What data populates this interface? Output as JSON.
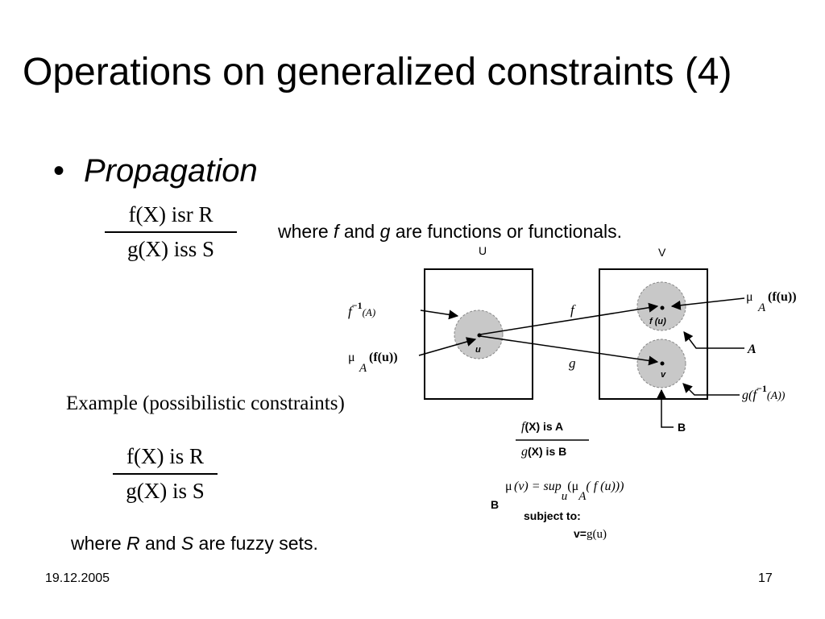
{
  "slide": {
    "title": "Operations on generalized constraints (4)",
    "bullet_symbol": "•",
    "bullet_text": "Propagation"
  },
  "rule_general": {
    "numerator": "f(X) isr R",
    "denominator": "g(X) iss S"
  },
  "note_general": {
    "prefix": "where ",
    "f": "f",
    "middle": " and ",
    "g": "g",
    "suffix": " are functions or functionals."
  },
  "example": {
    "heading": "Example (possibilistic constraints)",
    "numerator": "f(X) is R",
    "denominator": "g(X) is S"
  },
  "note_example": {
    "prefix": "where ",
    "R": "R",
    "middle": " and ",
    "S": "S",
    "suffix": " are fuzzy sets."
  },
  "diagram": {
    "set_u": "U",
    "set_v": "V",
    "point_u": "u",
    "point_fu": "f (u)",
    "point_v": "v",
    "arrow_f": "f",
    "arrow_g": "g",
    "label_finv_f": "f",
    "label_finv_exp": "−1",
    "label_finv_arg": "(A)",
    "label_mu": "μ",
    "label_mu_sub": "A",
    "label_mu_arg": "(f(u))",
    "label_a": "A",
    "label_b": "B",
    "label_ginv_g": "g(",
    "label_ginv_f": "f",
    "label_ginv_exp": "−1",
    "label_ginv_arg": "(A))",
    "rule_num_f": "f",
    "rule_num_rest": "(X) is A",
    "rule_den_g": "g",
    "rule_den_rest": "(X) is B",
    "formula_mu": "μ",
    "formula_b": "B",
    "formula_main": "(v) = sup",
    "formula_u": "u",
    "formula_paren": "(μ",
    "formula_a": "A",
    "formula_tail": "( f (u)))",
    "subject_to": "subject to:",
    "constraint_v": "v=",
    "constraint_g": "g(u)"
  },
  "footer": {
    "date": "19.12.2005",
    "page": "17"
  }
}
